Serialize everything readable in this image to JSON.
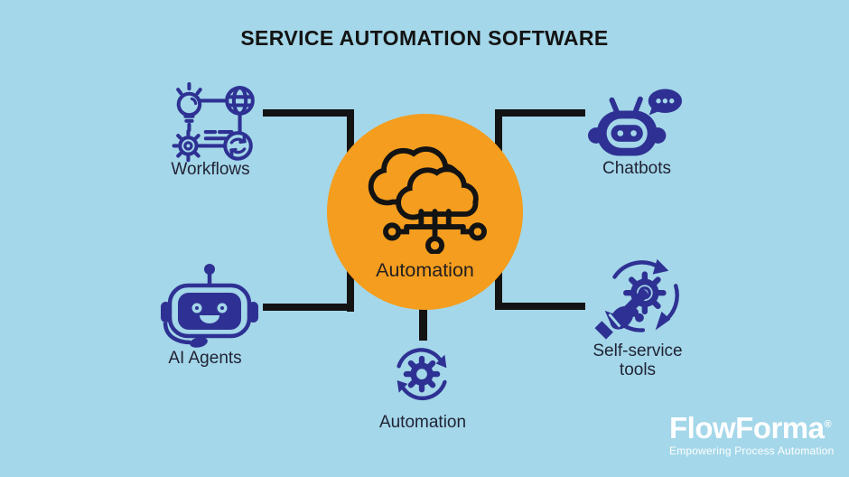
{
  "title": "SERVICE AUTOMATION SOFTWARE",
  "center_node": {
    "label": "Automation",
    "icon": "cloud-network"
  },
  "nodes": {
    "workflows": {
      "label": "Workflows",
      "icon": "workflow-diagram"
    },
    "chatbots": {
      "label": "Chatbots",
      "icon": "chatbot-robot-speech-bubble"
    },
    "ai_agents": {
      "label": "AI Agents",
      "icon": "ai-robot-headset"
    },
    "self_service": {
      "label": "Self-service tools",
      "icon": "hand-pressing-gear-arrows"
    },
    "automation": {
      "label": "Automation",
      "icon": "gear-circular-arrows"
    }
  },
  "logo": {
    "name": "FlowForma",
    "registered_mark": "®",
    "tagline": "Empowering Process Automation"
  },
  "colors": {
    "background": "#A4D7E9",
    "center_circle": "#F49D1E",
    "icon_navy": "#2E3193",
    "connector_black": "#131313",
    "title_text": "#131313",
    "label_text": "#1F2335",
    "logo_text": "#FFFFFF"
  }
}
